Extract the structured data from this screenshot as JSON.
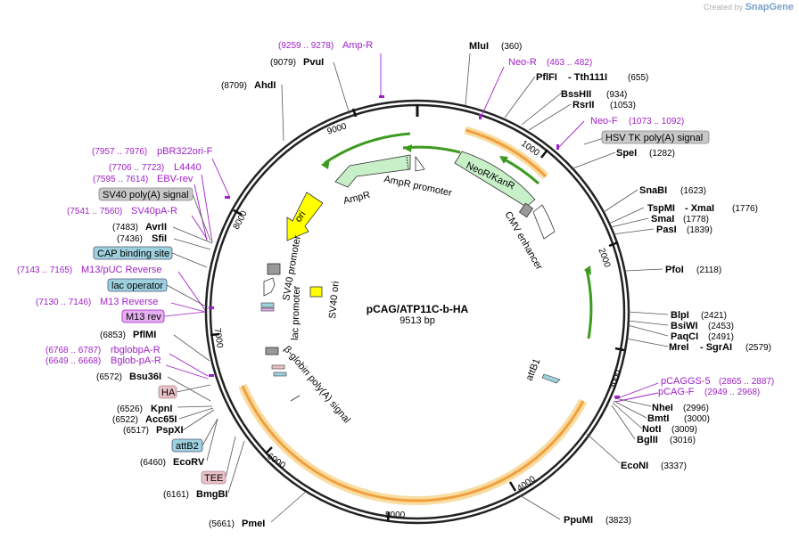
{
  "watermark": {
    "prefix": "Created by",
    "brand": "SnapGene"
  },
  "plasmid": {
    "name": "pCAG/ATP11C-b-HA",
    "size": "9513 bp"
  },
  "ticks": [
    "1000",
    "2000",
    "3000",
    "4000",
    "5000",
    "6000",
    "7000",
    "8000",
    "9000"
  ],
  "enzymes": [
    {
      "name": "MluI",
      "pos": "(360)"
    },
    {
      "name": "PflFI",
      "extra": "- Tth111I",
      "pos": "(655)"
    },
    {
      "name": "BssHII",
      "pos": "(934)"
    },
    {
      "name": "RsrII",
      "pos": "(1053)"
    },
    {
      "name": "SpeI",
      "pos": "(1282)"
    },
    {
      "name": "SnaBI",
      "pos": "(1623)"
    },
    {
      "name": "TspMI",
      "extra": "- XmaI",
      "pos": "(1776)"
    },
    {
      "name": "SmaI",
      "pos": "(1778)"
    },
    {
      "name": "PasI",
      "pos": "(1839)"
    },
    {
      "name": "PfoI",
      "pos": "(2118)"
    },
    {
      "name": "BlpI",
      "pos": "(2421)"
    },
    {
      "name": "BsiWI",
      "pos": "(2453)"
    },
    {
      "name": "PaqCI",
      "pos": "(2491)"
    },
    {
      "name": "MreI",
      "extra": "- SgrAI",
      "pos": "(2579)"
    },
    {
      "name": "NheI",
      "pos": "(2996)"
    },
    {
      "name": "BmtI",
      "pos": "(3000)"
    },
    {
      "name": "NotI",
      "pos": "(3009)"
    },
    {
      "name": "BglII",
      "pos": "(3016)"
    },
    {
      "name": "EcoNI",
      "pos": "(3337)"
    },
    {
      "name": "PpuMI",
      "pos": "(3823)"
    },
    {
      "name": "PmeI",
      "pos": "(5661)"
    },
    {
      "name": "BmgBI",
      "pos": "(6161)"
    },
    {
      "name": "EcoRV",
      "pos": "(6460)"
    },
    {
      "name": "PspXI",
      "pos": "(6517)"
    },
    {
      "name": "Acc65I",
      "pos": "(6522)"
    },
    {
      "name": "KpnI",
      "pos": "(6526)"
    },
    {
      "name": "Bsu36I",
      "pos": "(6572)"
    },
    {
      "name": "PflMI",
      "pos": "(6853)"
    },
    {
      "name": "SfiI",
      "pos": "(7436)"
    },
    {
      "name": "AvrII",
      "pos": "(7483)"
    },
    {
      "name": "AhdI",
      "pos": "(8709)"
    },
    {
      "name": "PvuI",
      "pos": "(9079)"
    }
  ],
  "primers": [
    {
      "name": "Amp-R",
      "range": "(9259 .. 9278)"
    },
    {
      "name": "Neo-R",
      "range": "(463 .. 482)"
    },
    {
      "name": "Neo-F",
      "range": "(1073 .. 1092)"
    },
    {
      "name": "pCAGGS-5",
      "range": "(2865 .. 2887)"
    },
    {
      "name": "pCAG-F",
      "range": "(2949 .. 2968)"
    },
    {
      "name": "pBR322ori-F",
      "range": "(7957 .. 7976)"
    },
    {
      "name": "L4440",
      "range": "(7706 .. 7723)"
    },
    {
      "name": "EBV-rev",
      "range": "(7595 .. 7614)"
    },
    {
      "name": "SV40pA-R",
      "range": "(7541 .. 7560)"
    },
    {
      "name": "M13/pUC Reverse",
      "range": "(7143 .. 7165)"
    },
    {
      "name": "M13 Reverse",
      "range": "(7130 .. 7146)"
    },
    {
      "name": "rbglobpA-R",
      "range": "(6768 .. 6787)"
    },
    {
      "name": "Bglob-pA-R",
      "range": "(6649 .. 6668)"
    }
  ],
  "boxed_labels": [
    {
      "text": "HSV TK poly(A) signal",
      "kind": "terminator",
      "color": "#c8c8c8"
    },
    {
      "text": "SV40 poly(A) signal",
      "kind": "terminator",
      "color": "#c8c8c8"
    },
    {
      "text": "CAP binding site",
      "kind": "protein_bind",
      "color": "#9ed1de"
    },
    {
      "text": "lac operator",
      "kind": "protein_bind",
      "color": "#9ed1de"
    },
    {
      "text": "M13 rev",
      "kind": "primer_bind",
      "color": "#e6b0f0"
    },
    {
      "text": "HA",
      "kind": "tag",
      "color": "#e8c0c8"
    },
    {
      "text": "attB2",
      "kind": "protein_bind",
      "color": "#9ed1de"
    },
    {
      "text": "TEE",
      "kind": "misc",
      "color": "#e8c0c8"
    }
  ],
  "features": [
    {
      "text": "NeoR/KanR",
      "color": "#c8f0c8"
    },
    {
      "text": "CMV enhancer",
      "color": "#ffffff"
    },
    {
      "text": "AmpR promoter",
      "color": "#ffffff"
    },
    {
      "text": "AmpR",
      "color": "#c8f0c8"
    },
    {
      "text": "ori",
      "color": "#ffff00"
    },
    {
      "text": "SV40 promoter",
      "color": "#ffffff"
    },
    {
      "text": "SV40 ori",
      "color": "#ffff00"
    },
    {
      "text": "lac promoter",
      "color": "#ffffff"
    },
    {
      "text": "β-globin poly(A) signal",
      "color": "#ffffff"
    },
    {
      "text": "attB1",
      "color": "#9ed1de"
    }
  ],
  "colors": {
    "orf_arc": "#f0a040",
    "orf_glow": "#f8dca0",
    "green_arrow": "#3c9a1e",
    "primer": "#a020c8",
    "backbone": "#222222"
  }
}
